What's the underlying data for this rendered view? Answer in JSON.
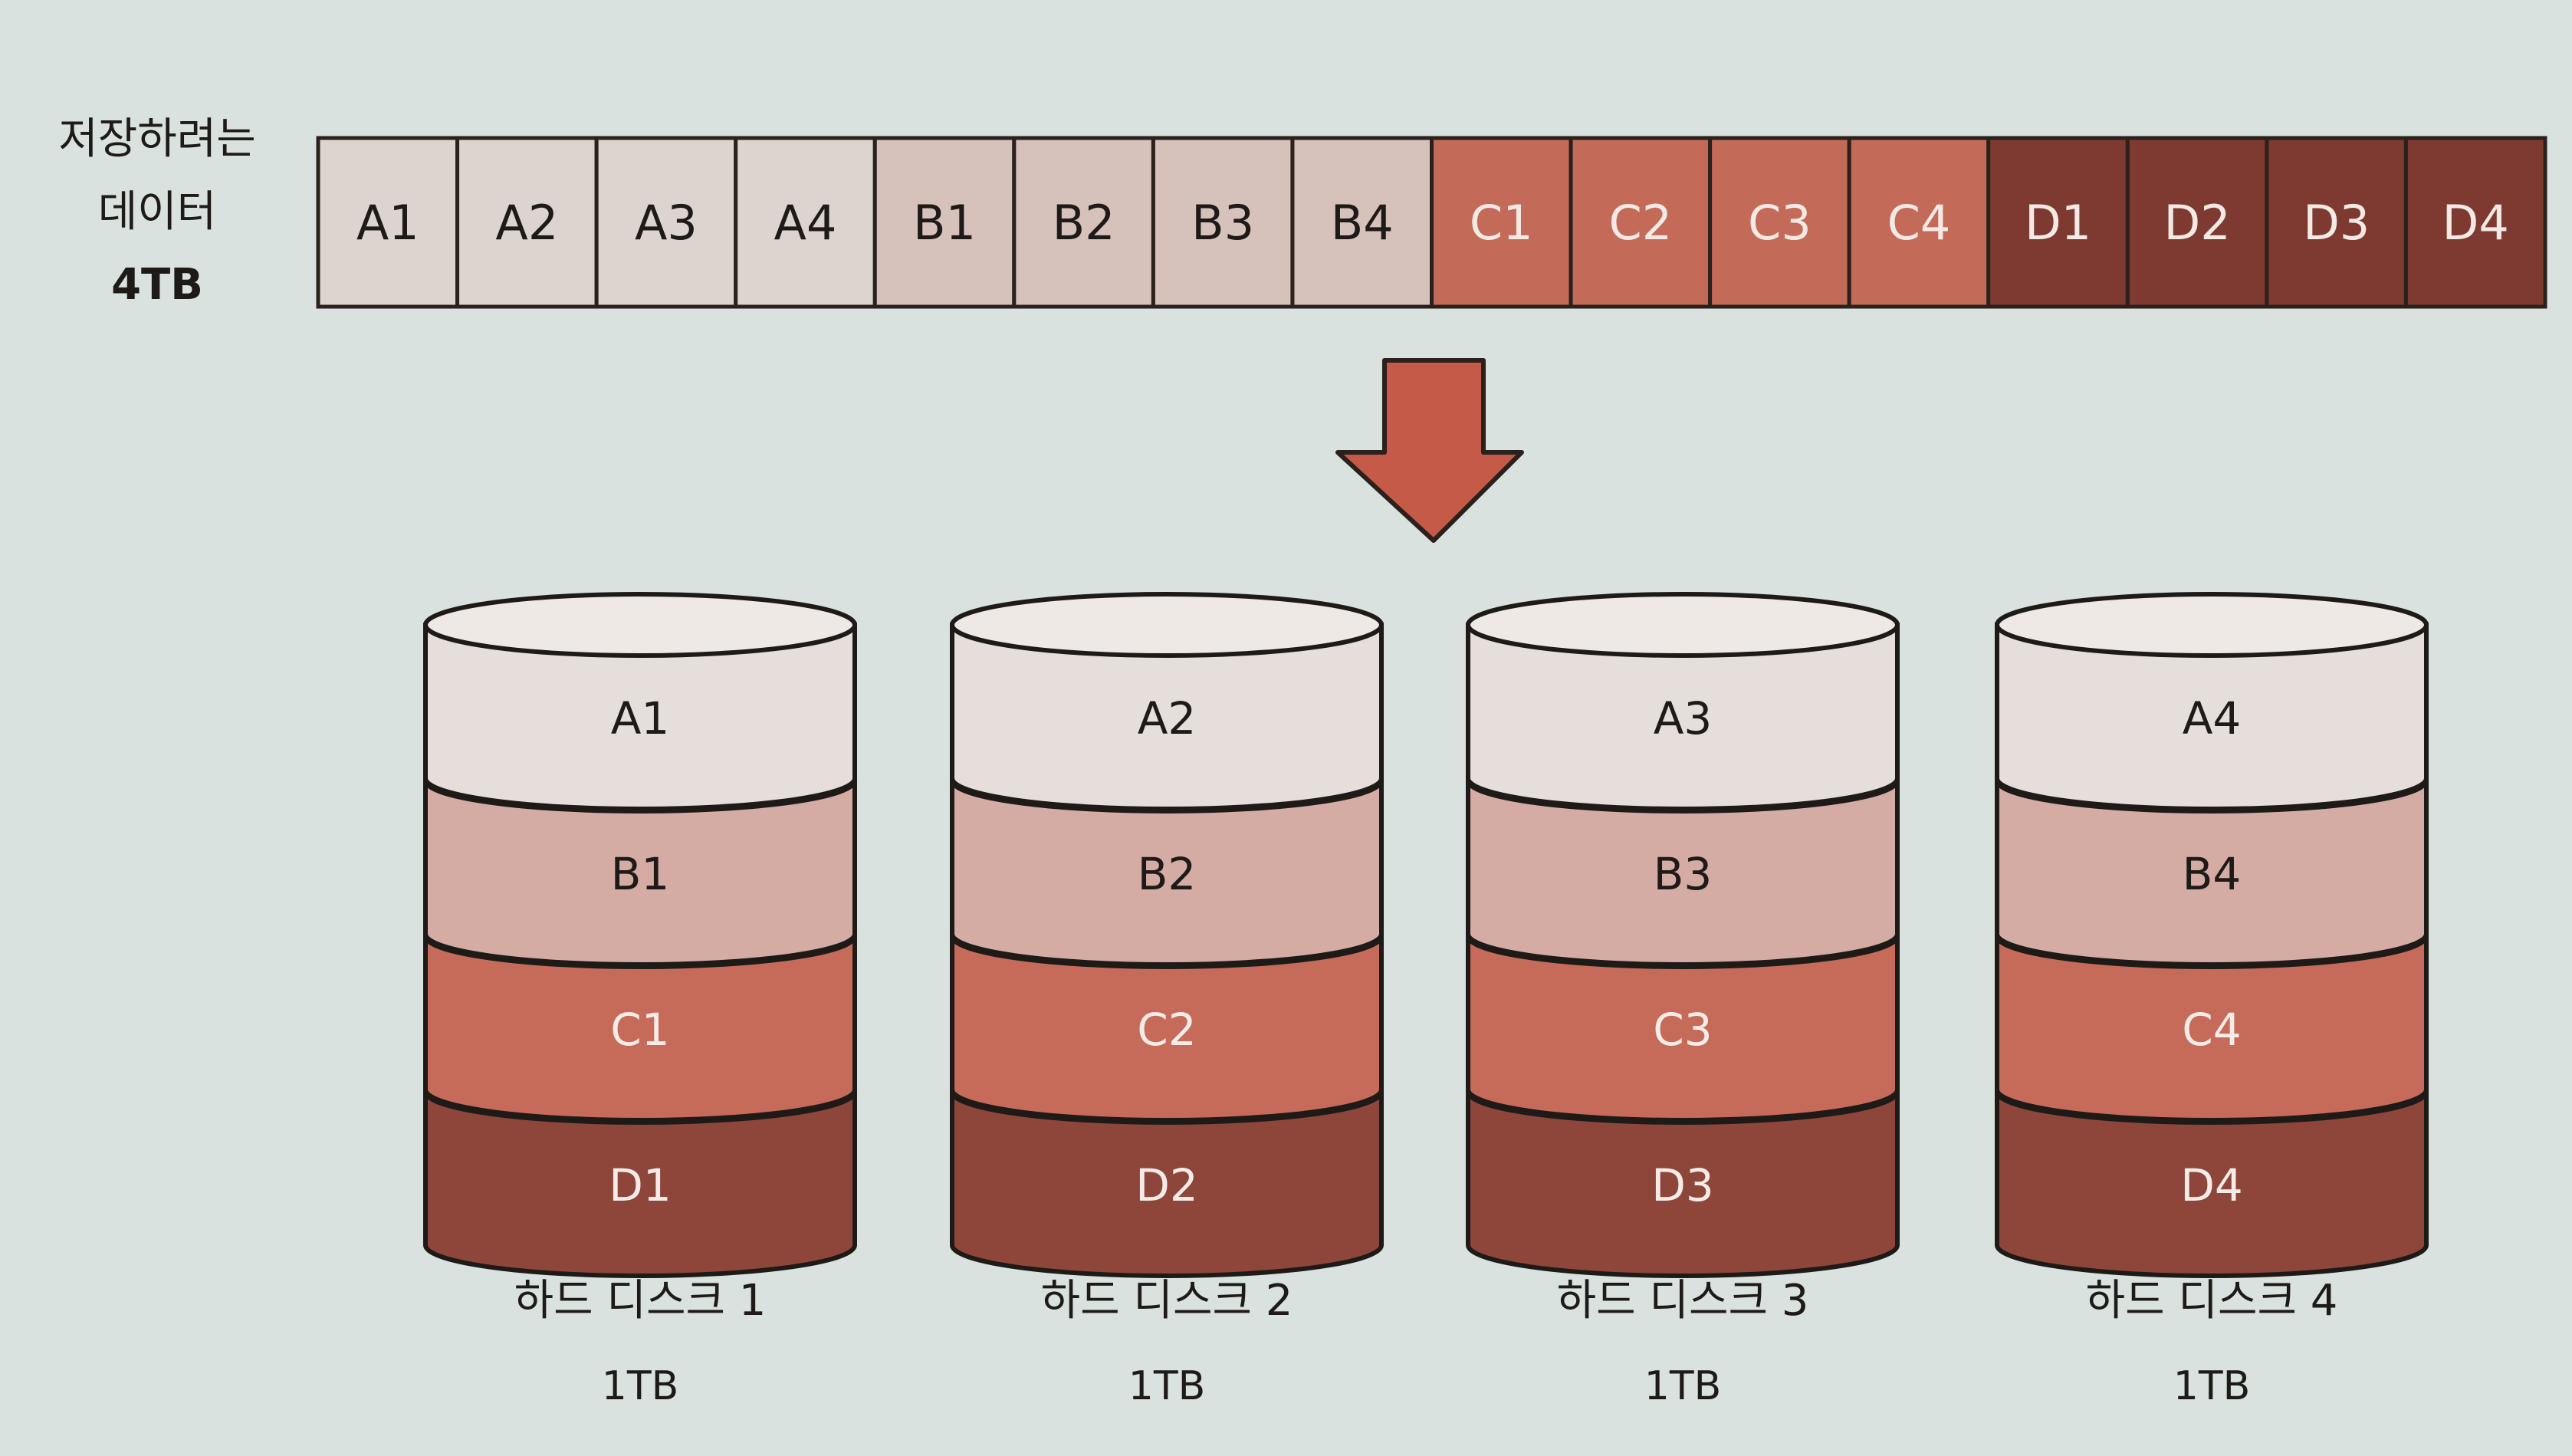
{
  "source": {
    "label_lines": [
      "저장하려는",
      "데이터",
      "4TB"
    ]
  },
  "blocks": [
    {
      "label": "A1",
      "color": "#ddd4cf"
    },
    {
      "label": "A2",
      "color": "#ddd4cf"
    },
    {
      "label": "A3",
      "color": "#ddd4cf"
    },
    {
      "label": "A4",
      "color": "#ddd4cf"
    },
    {
      "label": "B1",
      "color": "#d6c1bb"
    },
    {
      "label": "B2",
      "color": "#d6c1bb"
    },
    {
      "label": "B3",
      "color": "#d6c1bb"
    },
    {
      "label": "B4",
      "color": "#d6c1bb"
    },
    {
      "label": "C1",
      "color": "#c46a58"
    },
    {
      "label": "C2",
      "color": "#c46a58"
    },
    {
      "label": "C3",
      "color": "#c46a58"
    },
    {
      "label": "C4",
      "color": "#c46a58"
    },
    {
      "label": "D1",
      "color": "#7e3a30"
    },
    {
      "label": "D2",
      "color": "#7e3a30"
    },
    {
      "label": "D3",
      "color": "#7e3a30"
    },
    {
      "label": "D4",
      "color": "#7e3a30"
    }
  ],
  "arrow_color": "#c45a47",
  "disks": [
    {
      "name": "하드 디스크 1",
      "size": "1TB",
      "layers": [
        "A1",
        "B1",
        "C1",
        "D1"
      ]
    },
    {
      "name": "하드 디스크 2",
      "size": "1TB",
      "layers": [
        "A2",
        "B2",
        "C2",
        "D2"
      ]
    },
    {
      "name": "하드 디스크 3",
      "size": "1TB",
      "layers": [
        "A3",
        "B3",
        "C3",
        "D3"
      ]
    },
    {
      "name": "하드 디스크 4",
      "size": "1TB",
      "layers": [
        "A4",
        "B4",
        "C4",
        "D4"
      ]
    }
  ],
  "layer_colors": {
    "A": {
      "side": "#e5dedb",
      "top": "#efe9e6"
    },
    "B": {
      "side": "#d4aca4",
      "top": "#ddbbb4"
    },
    "C": {
      "side": "#c66b59",
      "top": "#d07d6c"
    },
    "D": {
      "side": "#8e463b",
      "top": "#9c5548"
    }
  }
}
